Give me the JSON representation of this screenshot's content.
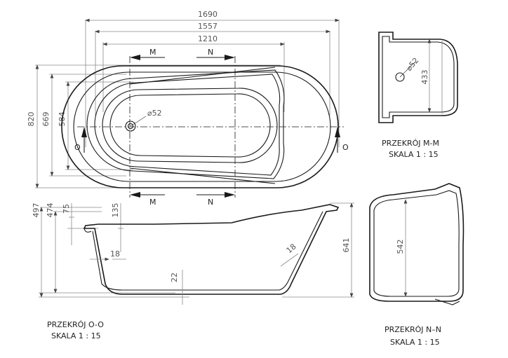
{
  "top_view": {
    "dims_horizontal": [
      "1690",
      "1557",
      "1210"
    ],
    "dims_vertical": [
      "820",
      "669",
      "584"
    ],
    "drain_label": "⌀52",
    "section_marks": {
      "m": "M",
      "n": "N",
      "o": "O"
    }
  },
  "section_oo": {
    "dims_left": [
      "497",
      "474",
      "75",
      "135"
    ],
    "dim_right": "641",
    "wall_a": "18",
    "wall_b": "18",
    "floor": "22",
    "caption_title": "PRZEKRÓJ O-O",
    "caption_scale": "SKALA 1 : 15"
  },
  "section_mm": {
    "drain_label": "⌀52",
    "height": "433",
    "caption_title": "PRZEKRÓJ M-M",
    "caption_scale": "SKALA 1 : 15"
  },
  "section_nn": {
    "height": "542",
    "caption_title": "PRZEKRÓJ N–N",
    "caption_scale": "SKALA 1 : 15"
  }
}
